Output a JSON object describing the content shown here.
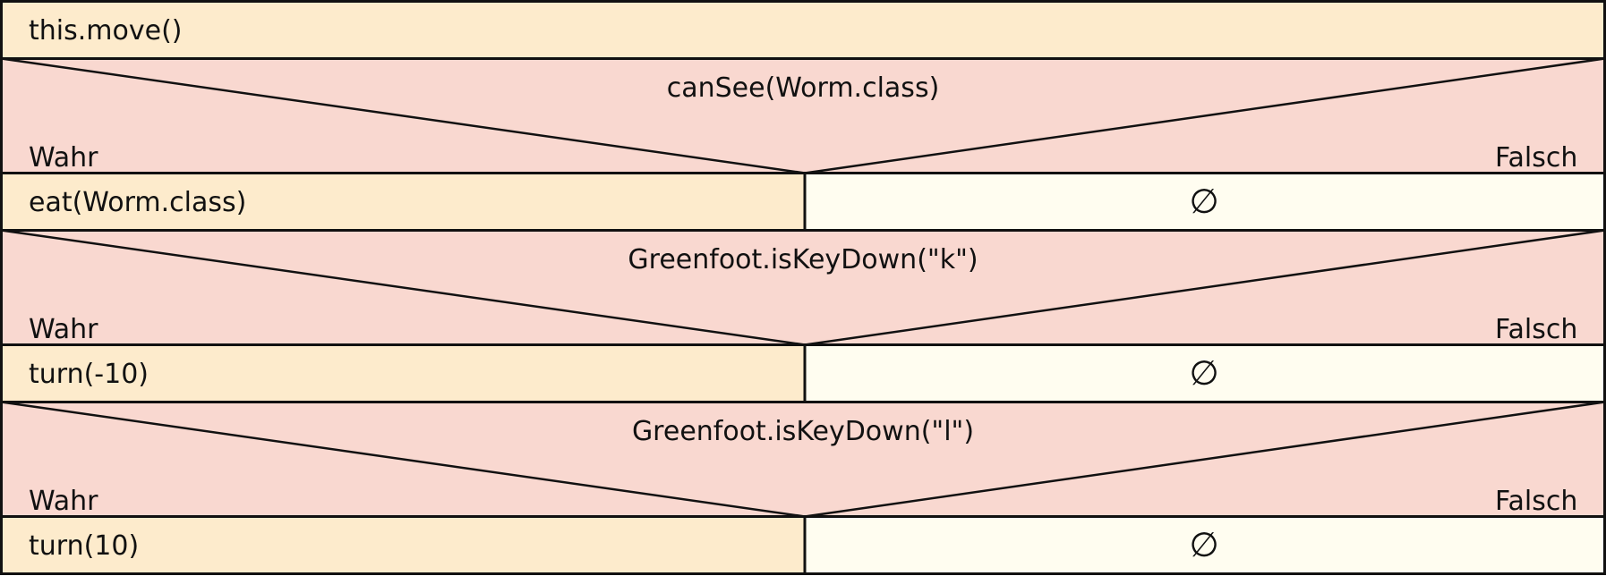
{
  "colors": {
    "statement": "#fdebcc",
    "decision": "#f9d8d0",
    "empty": "#fffdf0",
    "line": "#111111"
  },
  "first_statement": "this.move()",
  "decisions": [
    {
      "condition": "canSee(Worm.class)",
      "true_label": "Wahr",
      "false_label": "Falsch",
      "true_action": "eat(Worm.class)",
      "false_action": "∅"
    },
    {
      "condition": "Greenfoot.isKeyDown(\"k\")",
      "true_label": "Wahr",
      "false_label": "Falsch",
      "true_action": "turn(-10)",
      "false_action": "∅"
    },
    {
      "condition": "Greenfoot.isKeyDown(\"l\")",
      "true_label": "Wahr",
      "false_label": "Falsch",
      "true_action": "turn(10)",
      "false_action": "∅"
    }
  ]
}
